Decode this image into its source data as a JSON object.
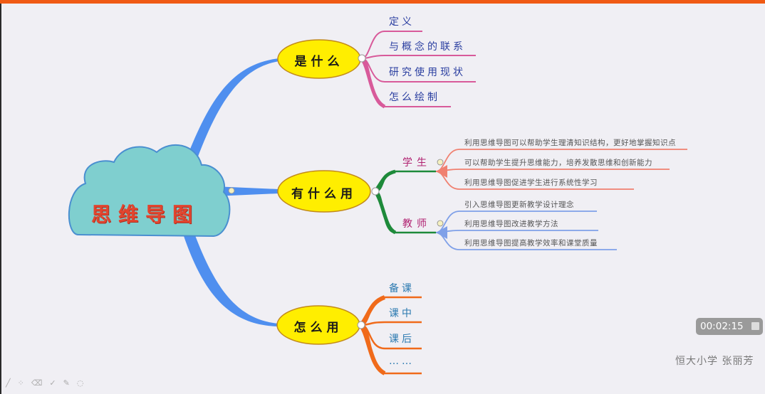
{
  "colors": {
    "top_bar": "#f05a14",
    "background": "#f0eff4",
    "cloud_fill": "#7fcfcf",
    "cloud_stroke": "#4a8fd0",
    "main_branch": "#4f8fef",
    "node_fill": "#ffee00",
    "node_stroke": "#c28a1a",
    "what_branch": "#d85a9a",
    "use_branch": "#1e8a3a",
    "student_branch": "#f08070",
    "teacher_branch": "#7fa0e8",
    "how_branch": "#f06a1a"
  },
  "mindmap": {
    "root": "思维导图",
    "branches": [
      {
        "title": "是什么",
        "children": [
          "定义",
          "与概念的联系",
          "研究使用现状",
          "怎么绘制"
        ]
      },
      {
        "title": "有什么用",
        "groups": [
          {
            "label": "学生",
            "items": [
              "利用思维导图可以帮助学生理清知识结构，更好地掌握知识点",
              "可以帮助学生提升思维能力，培养发散思维和创新能力",
              "利用思维导图促进学生进行系统性学习"
            ]
          },
          {
            "label": "教师",
            "items": [
              "引入思维导图更新教学设计理念",
              "利用思维导图改进教学方法",
              "利用思维导图提高教学效率和课堂质量"
            ]
          }
        ]
      },
      {
        "title": "怎么用",
        "children": [
          "备课",
          "课中",
          "课后",
          "……"
        ]
      }
    ]
  },
  "recorder": {
    "timer": "00:02:15",
    "watermark": "恒大小学 张丽芳"
  },
  "toolbar": {
    "icons": [
      "pen-icon",
      "pointer-icon",
      "eraser-icon",
      "check-icon",
      "highlighter-icon",
      "clear-icon"
    ],
    "glyphs": [
      "╱",
      "⁘",
      "⌫",
      "✓",
      "✎",
      "◌"
    ]
  }
}
